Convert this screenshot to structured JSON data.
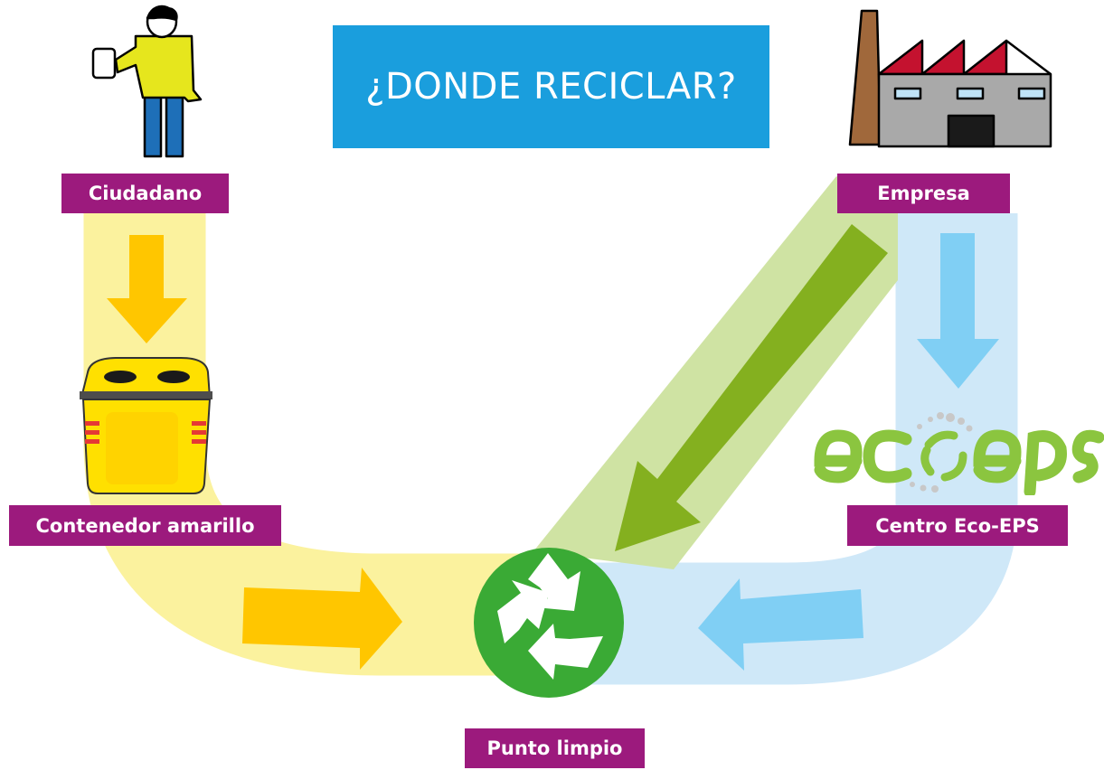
{
  "title": "¿DONDE RECICLAR?",
  "labels": {
    "ciudadano": "Ciudadano",
    "empresa": "Empresa",
    "contenedor": "Contenedor amarillo",
    "centro": "Centro Eco-EPS",
    "punto": "Punto limpio"
  },
  "logo": {
    "text": "ecoeps"
  },
  "icons": [
    "person-icon",
    "factory-icon",
    "yellow-container-icon",
    "recycle-icon",
    "ecoeps-logo"
  ],
  "colors": {
    "title_bg": "#1a9edd",
    "label_bg": "#9c1a7d",
    "yellow_band": "#fbf29e",
    "yellow_arrow": "#ffc600",
    "blue_band": "#cfe8f8",
    "blue_arrow": "#80cff4",
    "green_band": "#cfe3a3",
    "green_arrow": "#84b01f",
    "recycle_circle": "#3aaa35",
    "eco_green": "#8bc53f"
  }
}
